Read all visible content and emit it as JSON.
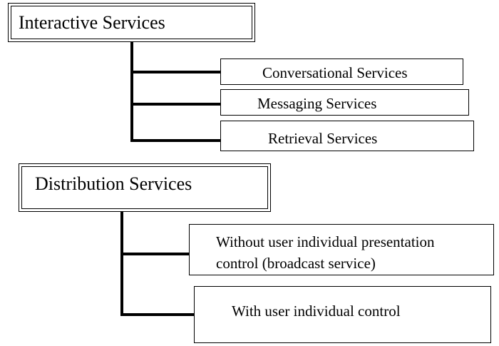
{
  "groups": [
    {
      "title": "Interactive Services",
      "items": [
        "Conversational Services",
        "Messaging Services",
        "Retrieval Services"
      ]
    },
    {
      "title": "Distribution Services",
      "items": [
        "Without user individual presentation control (broadcast service)",
        "With user individual control"
      ],
      "item_lines": [
        [
          "Without user individual presentation",
          "control (broadcast service)"
        ],
        [
          "With user individual control"
        ]
      ]
    }
  ]
}
